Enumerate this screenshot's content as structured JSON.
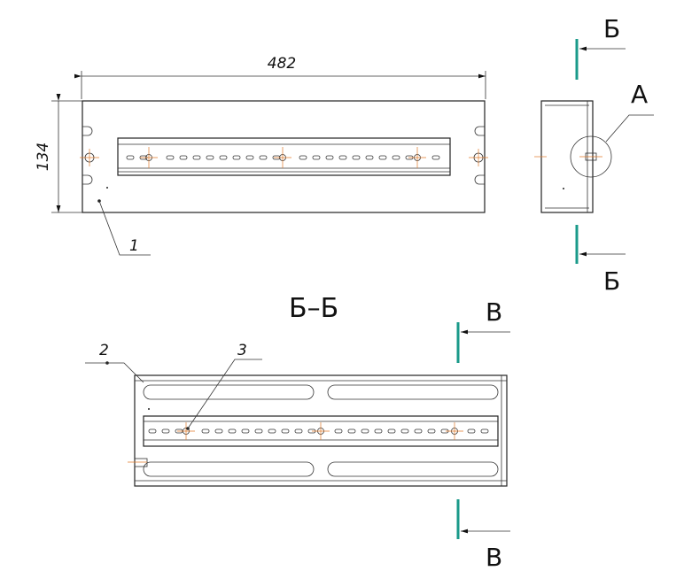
{
  "dimensions": {
    "width": "482",
    "height": "134"
  },
  "section": {
    "title": "Б–Б"
  },
  "cut_marks": {
    "b_top": "Б",
    "b_bottom": "Б",
    "v_top": "В",
    "v_bottom": "В"
  },
  "callouts": {
    "detail_a": "А",
    "item_1": "1",
    "item_2": "2",
    "item_3": "3"
  },
  "colors": {
    "section_mark": "#1a9a8a",
    "center_line": "#e07a2a",
    "outline": "#222222"
  }
}
